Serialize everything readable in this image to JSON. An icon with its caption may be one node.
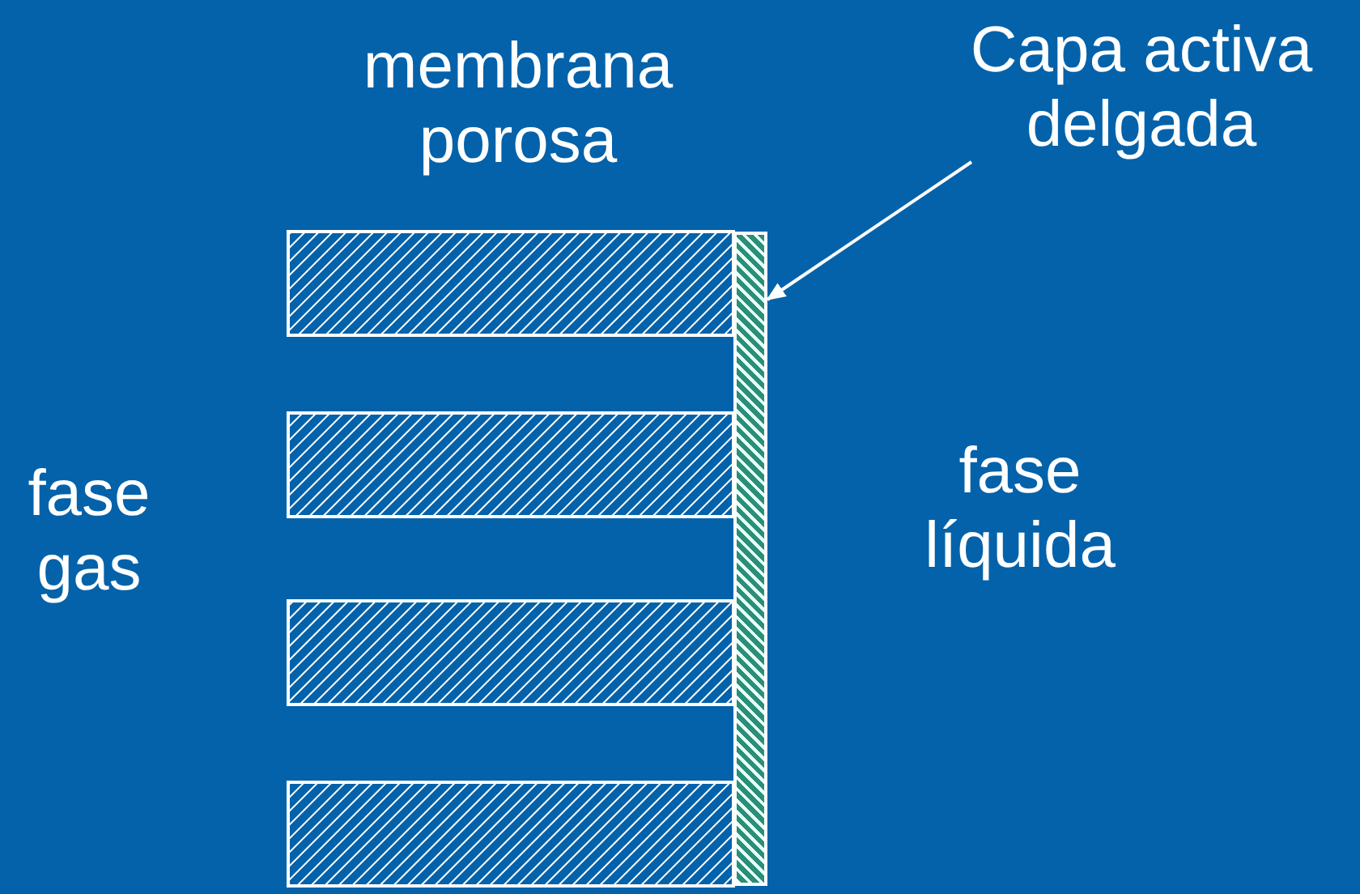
{
  "diagram": {
    "nodes": [
      {
        "text": [
          "Capa activa delgada"
        ]
      },
      {
        "text": [],
        "shape": "bar"
      }
    ],
    "edges": [
      {
        "from": 0,
        "to": 1,
        "arrow": "to"
      }
    ],
    "labels": [
      "membrana porosa",
      "fase gas",
      "fase líquida"
    ]
  }
}
